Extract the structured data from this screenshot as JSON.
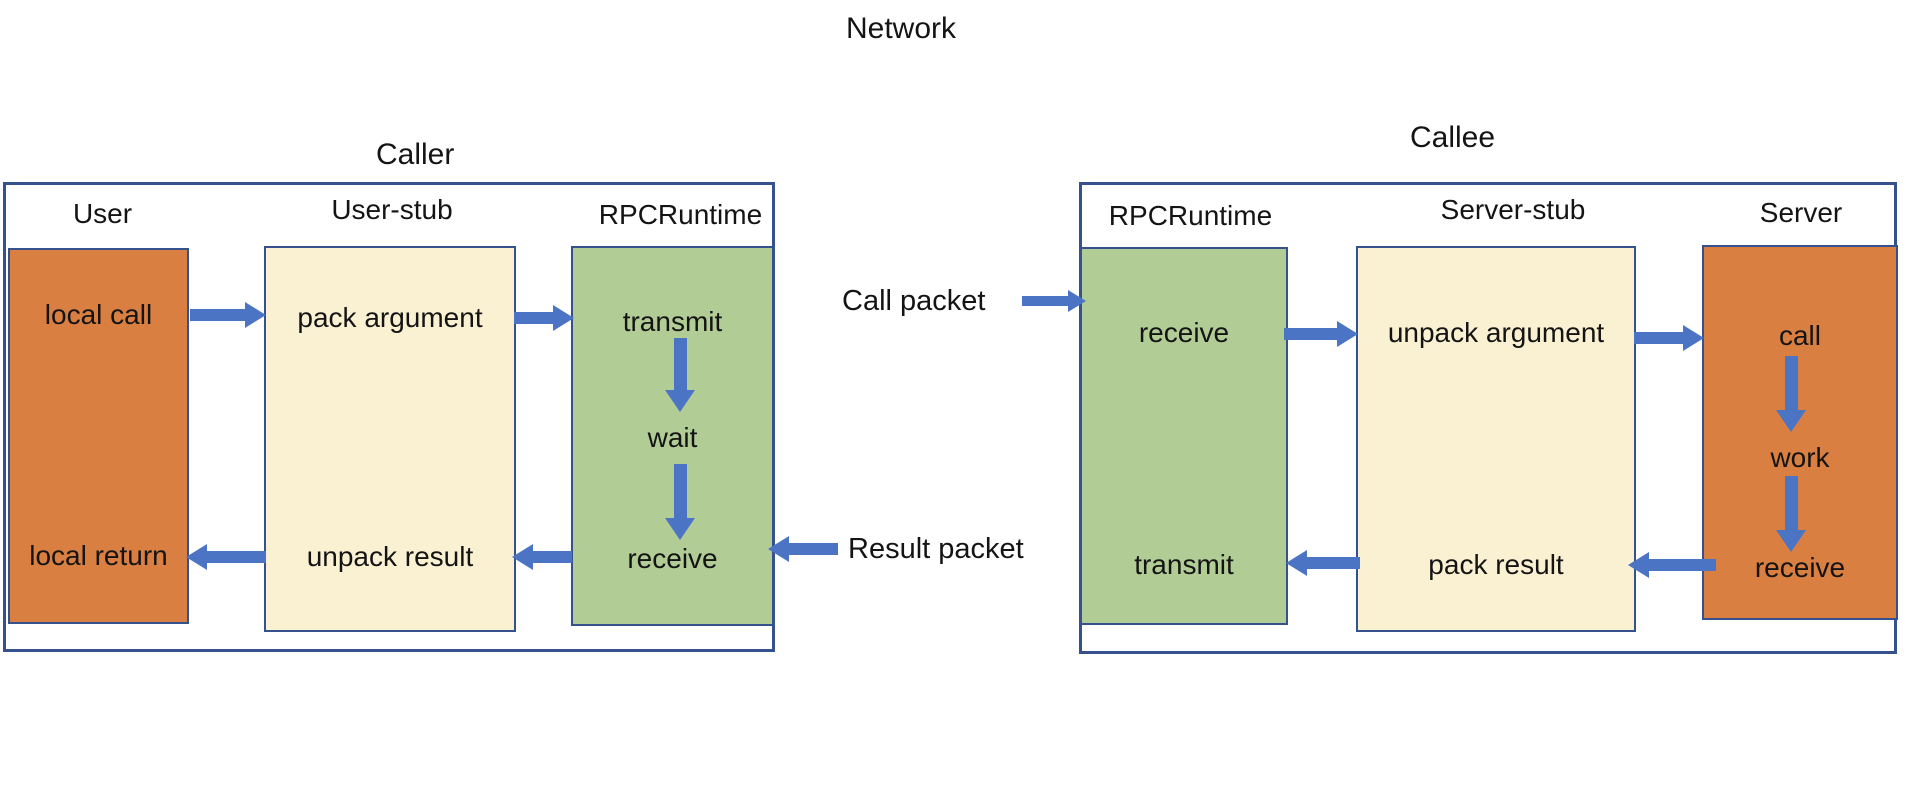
{
  "network_label": "Network",
  "colors": {
    "arrow_blue": "#4B74C5",
    "box_border": "#35518E",
    "orange": "#D97F42",
    "cream": "#FAF1D2",
    "green": "#B2CC96"
  },
  "caller": {
    "label": "Caller",
    "headers": {
      "col1": "User",
      "col2": "User-stub",
      "col3": "RPCRuntime"
    },
    "user_box": {
      "top": "local call",
      "bottom": "local return"
    },
    "stub_box": {
      "top": "pack argument",
      "bottom": "unpack result"
    },
    "runtime_box": {
      "top": "transmit",
      "middle": "wait",
      "bottom": "receive"
    }
  },
  "callee": {
    "label": "Callee",
    "headers": {
      "col1": "RPCRuntime",
      "col2": "Server-stub",
      "col3": "Server"
    },
    "runtime_box": {
      "top": "receive",
      "bottom": "transmit"
    },
    "stub_box": {
      "top": "unpack argument",
      "bottom": "pack result"
    },
    "server_box": {
      "top": "call",
      "middle": "work",
      "bottom": "receive"
    }
  },
  "packets": {
    "call": "Call packet",
    "result": "Result packet"
  }
}
